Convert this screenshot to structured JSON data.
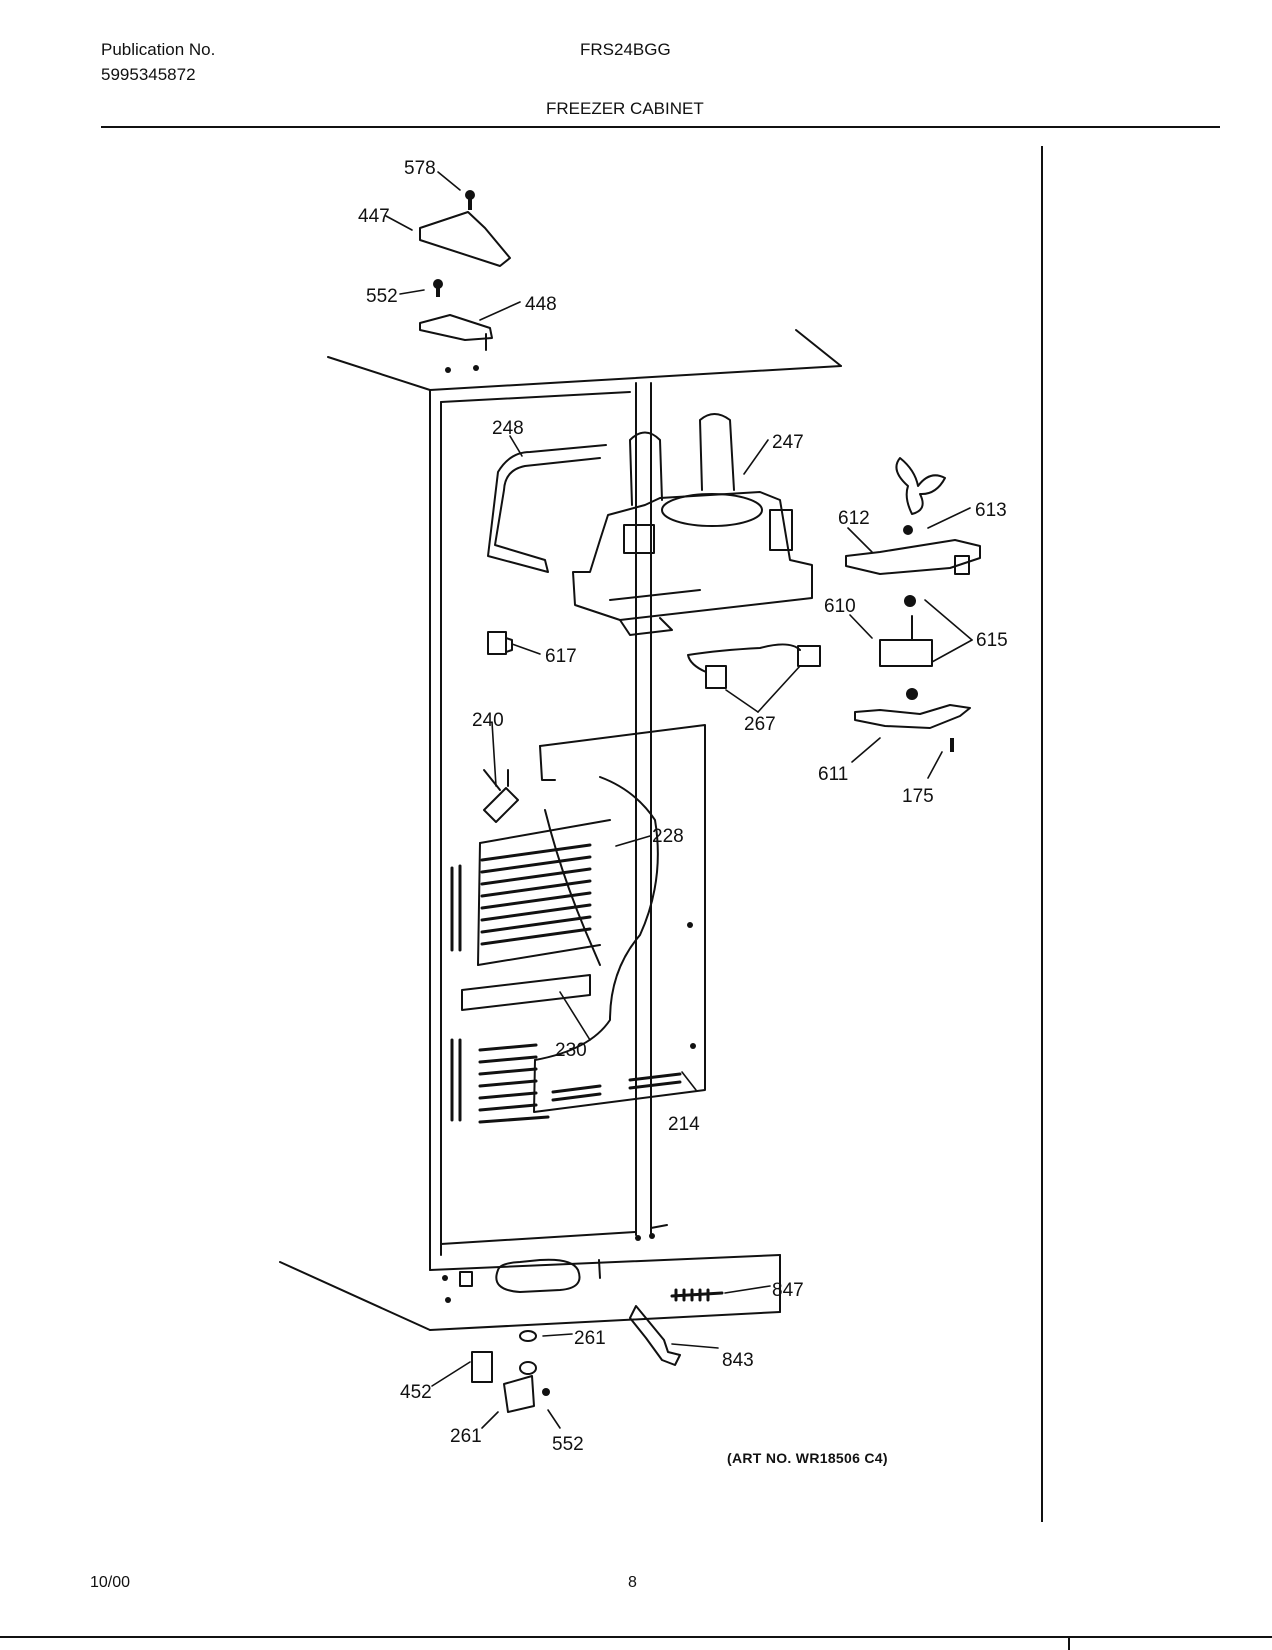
{
  "header": {
    "publication_label": "Publication No.",
    "publication_number": "5995345872",
    "model": "FRS24BGG",
    "section_title": "FREEZER CABINET"
  },
  "callouts": [
    "578",
    "447",
    "552",
    "448",
    "248",
    "247",
    "613",
    "612",
    "610",
    "615",
    "617",
    "267",
    "611",
    "175",
    "240",
    "228",
    "230",
    "214",
    "847",
    "261",
    "843",
    "452",
    "261",
    "552"
  ],
  "art_number": "(ART NO. WR18506 C4)",
  "footer": {
    "date": "10/00",
    "page": "8"
  }
}
